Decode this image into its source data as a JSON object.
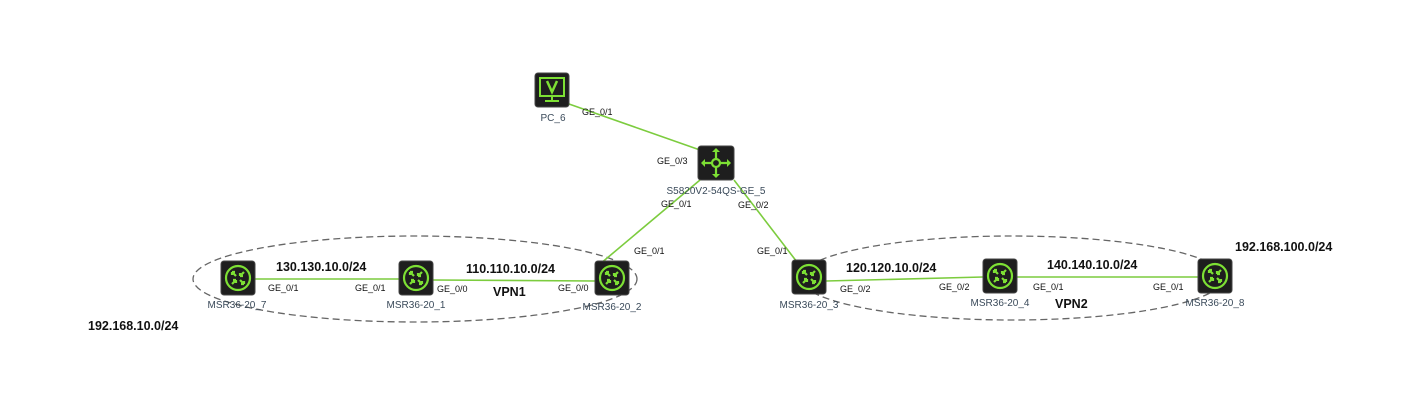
{
  "devices": {
    "pc6": "PC_6",
    "switch5": "S5820V2-54QS-GE_5",
    "r7": "MSR36-20_7",
    "r1": "MSR36-20_1",
    "r2": "MSR36-20_2",
    "r3": "MSR36-20_3",
    "r4": "MSR36-20_4",
    "r8": "MSR36-20_8"
  },
  "ports": {
    "pc6_sw": "GE_0/1",
    "sw_pc6": "GE_0/3",
    "sw_r2": "GE_0/1",
    "sw_r3": "GE_0/2",
    "r2_sw": "GE_0/1",
    "r3_sw": "GE_0/1",
    "r7_r1": "GE_0/1",
    "r1_r7": "GE_0/1",
    "r1_r2": "GE_0/0",
    "r2_r1": "GE_0/0",
    "r3_r4": "GE_0/2",
    "r4_r3": "GE_0/2",
    "r4_r8": "GE_0/1",
    "r8_r4": "GE_0/1"
  },
  "subnets": {
    "s130": "130.130.10.0/24",
    "s110": "110.110.10.0/24",
    "s120": "120.120.10.0/24",
    "s140": "140.140.10.0/24",
    "s192_10": "192.168.10.0/24",
    "s192_100": "192.168.100.0/24"
  },
  "vpns": {
    "vpn1": "VPN1",
    "vpn2": "VPN2"
  },
  "colors": {
    "link": "#7ccc3e",
    "icon": "#7de034",
    "tile": "#1e1e1e"
  }
}
